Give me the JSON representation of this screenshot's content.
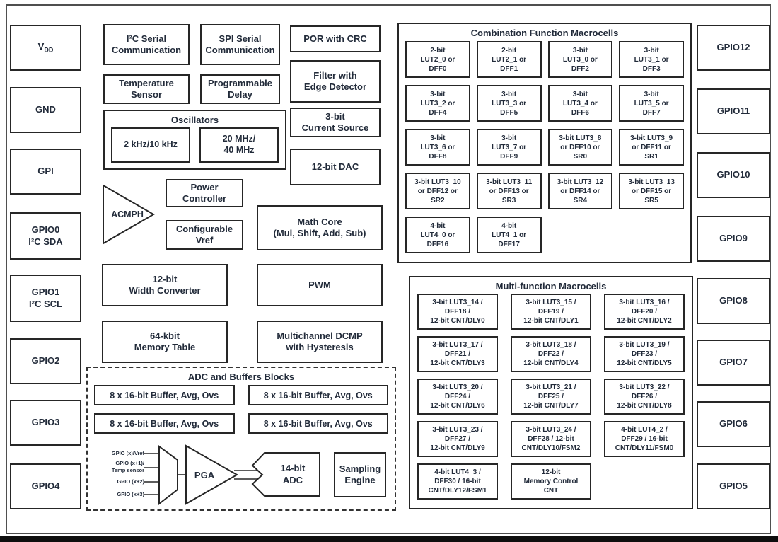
{
  "pins": {
    "left": [
      {
        "label": "V",
        "sub": "DD"
      },
      {
        "label": "GND"
      },
      {
        "label": "GPI"
      },
      {
        "label": "GPIO0\nI²C SDA"
      },
      {
        "label": "GPIO1\nI²C SCL"
      },
      {
        "label": "GPIO2"
      },
      {
        "label": "GPIO3"
      },
      {
        "label": "GPIO4"
      }
    ],
    "right": [
      "GPIO12",
      "GPIO11",
      "GPIO10",
      "GPIO9",
      "GPIO8",
      "GPIO7",
      "GPIO6",
      "GPIO5"
    ]
  },
  "blocks": {
    "i2c": "I²C Serial\nCommunication",
    "spi": "SPI Serial\nCommunication",
    "por": "POR with CRC",
    "temp_sensor": "Temperature\nSensor",
    "prog_delay": "Programmable\nDelay",
    "filter": "Filter with\nEdge Detector",
    "current_source": "3-bit\nCurrent Source",
    "dac": "12-bit DAC",
    "power_controller": "Power\nController",
    "configurable_vref": "Configurable\nVref",
    "acmph": "ACMPH",
    "math_core": "Math Core\n(Mul, Shift, Add, Sub)",
    "width_converter": "12-bit\nWidth Converter",
    "pwm": "PWM",
    "memory_table": "64-kbit\nMemory Table",
    "dcmp": "Multichannel DCMP\nwith Hysteresis"
  },
  "oscillators": {
    "title": "Oscillators",
    "low": "2 kHz/10 kHz",
    "high": "20 MHz/\n40 MHz"
  },
  "comb_macrocells": {
    "title": "Combination Function Macrocells",
    "cells": [
      "2-bit\nLUT2_0 or\nDFF0",
      "2-bit\nLUT2_1 or\nDFF1",
      "3-bit\nLUT3_0 or\nDFF2",
      "3-bit\nLUT3_1 or\nDFF3",
      "3-bit\nLUT3_2 or\nDFF4",
      "3-bit\nLUT3_3 or\nDFF5",
      "3-bit\nLUT3_4 or\nDFF6",
      "3-bit\nLUT3_5 or\nDFF7",
      "3-bit\nLUT3_6 or\nDFF8",
      "3-bit\nLUT3_7 or\nDFF9",
      "3-bit LUT3_8\nor DFF10 or\nSR0",
      "3-bit LUT3_9\nor DFF11 or\nSR1",
      "3-bit LUT3_10\nor DFF12 or\nSR2",
      "3-bit LUT3_11\nor DFF13 or\nSR3",
      "3-bit LUT3_12\nor DFF14 or\nSR4",
      "3-bit LUT3_13\nor DFF15 or\nSR5",
      "4-bit\nLUT4_0 or\nDFF16",
      "4-bit\nLUT4_1 or\nDFF17"
    ]
  },
  "multi_macrocells": {
    "title": "Multi-function Macrocells",
    "cells": [
      "3-bit LUT3_14 /\nDFF18 /\n12-bit CNT/DLY0",
      "3-bit LUT3_15 /\nDFF19 /\n12-bit CNT/DLY1",
      "3-bit LUT3_16 /\nDFF20 /\n12-bit CNT/DLY2",
      "3-bit LUT3_17 /\nDFF21 /\n12-bit CNT/DLY3",
      "3-bit LUT3_18 /\nDFF22 /\n12-bit CNT/DLY4",
      "3-bit LUT3_19 /\nDFF23 /\n12-bit CNT/DLY5",
      "3-bit LUT3_20 /\nDFF24 /\n12-bit CNT/DLY6",
      "3-bit LUT3_21 /\nDFF25 /\n12-bit CNT/DLY7",
      "3-bit LUT3_22 /\nDFF26 /\n12-bit CNT/DLY8",
      "3-bit LUT3_23 /\nDFF27 /\n12-bit CNT/DLY9",
      "3-bit LUT3_24 /\nDFF28 / 12-bit\nCNT/DLY10/FSM2",
      "4-bit LUT4_2 /\nDFF29 / 16-bit\nCNT/DLY11/FSM0",
      "4-bit LUT4_3 /\nDFF30 / 16-bit\nCNT/DLY12/FSM1",
      "12-bit\nMemory Control\nCNT"
    ]
  },
  "adc_section": {
    "title": "ADC and Buffers Blocks",
    "buffers": [
      "8 x 16-bit Buffer, Avg, Ovs",
      "8 x 16-bit Buffer, Avg, Ovs",
      "8 x 16-bit Buffer, Avg, Ovs",
      "8 x 16-bit Buffer, Avg, Ovs"
    ],
    "inputs": [
      "GPIO (x)/Vref",
      "GPIO (x+1)/\nTemp sensor",
      "GPIO (x+2)",
      "GPIO (x+3)"
    ],
    "pga": "PGA",
    "adc": "14-bit\nADC",
    "sampling_engine": "Sampling\nEngine"
  },
  "colors": {
    "ink": "#222b3a",
    "line": "#262626",
    "frame": "#4f4f4f",
    "bottom_bar": "#0e0e0e"
  }
}
